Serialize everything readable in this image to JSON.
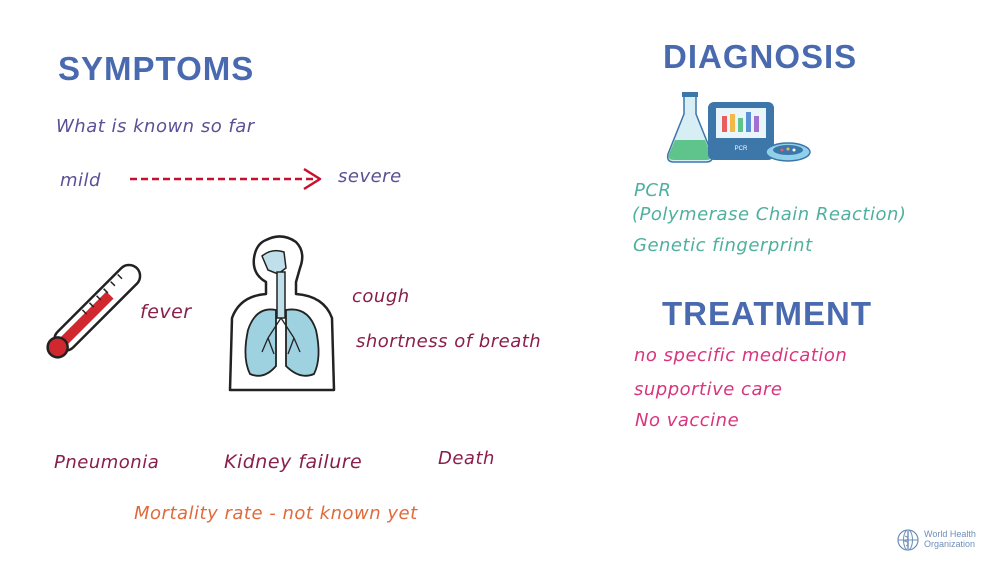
{
  "symptoms": {
    "title": "SYMPTOMS",
    "subtitle": "What is known so far",
    "scale_low": "mild",
    "scale_high": "severe",
    "fever": "fever",
    "cough": "cough",
    "breath": "shortness of breath",
    "complications": [
      "Pneumonia",
      "Kidney failure",
      "Death"
    ],
    "mortality": "Mortality rate - not known yet"
  },
  "diagnosis": {
    "title": "DIAGNOSIS",
    "machine_label": "PCR",
    "lines": [
      "PCR",
      "(Polymerase Chain Reaction)",
      "Genetic fingerprint"
    ]
  },
  "treatment": {
    "title": "TREATMENT",
    "lines": [
      "no specific medication",
      "supportive care",
      "No vaccine"
    ]
  },
  "logo": {
    "text": "World Health\nOrganization"
  },
  "colors": {
    "heading": "#4a6ab0",
    "purple_text": "#5a5096",
    "maroon_text": "#8a1e4a",
    "orange_text": "#e06a3c",
    "teal_text": "#4fb0a0",
    "pink_text": "#d8357e",
    "arrow": "#c8102e"
  },
  "icons": [
    "thermometer-icon",
    "respiratory-system-icon",
    "lab-equipment-icon",
    "who-emblem-icon"
  ]
}
